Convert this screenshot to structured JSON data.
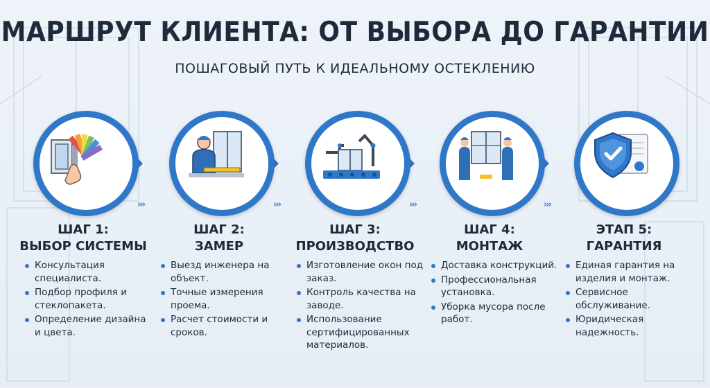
{
  "header": {
    "title": "МАРШРУТ КЛИЕНТА: ОТ ВЫБОРА ДО ГАРАНТИИ",
    "subtitle": "ПОШАГОВЫЙ ПУТЬ К ИДЕАЛЬНОМУ ОСТЕКЛЕНИЮ"
  },
  "colors": {
    "accent": "#2f77c9",
    "text": "#1e2a3a",
    "background": "#eef3f9"
  },
  "steps": [
    {
      "title_line1": "ШАГ 1:",
      "title_line2": "ВЫБОР СИСТЕМЫ",
      "icon": "window-profile-palette-icon",
      "bullets": [
        "Консультация специалиста.",
        "Подбор профиля и стеклопакета.",
        "Определение дизайна и цвета."
      ]
    },
    {
      "title_line1": "ШАГ 2:",
      "title_line2": "ЗАМЕР",
      "icon": "measuring-engineer-icon",
      "bullets": [
        "Выезд инженера на объект.",
        "Точные измерения проема.",
        "Расчет стоимости и сроков."
      ]
    },
    {
      "title_line1": "ШАГ 3:",
      "title_line2": "ПРОИЗВОДСТВО",
      "icon": "factory-robot-icon",
      "bullets": [
        "Изготовление окон под заказ.",
        "Контроль качества на заводе.",
        "Использование сертифицированных материалов."
      ]
    },
    {
      "title_line1": "ШАГ 4:",
      "title_line2": "МОНТАЖ",
      "icon": "installers-window-icon",
      "bullets": [
        "Доставка конструкций.",
        "Профессиональная установка.",
        "Уборка мусора после работ."
      ]
    },
    {
      "title_line1": "ЭТАП 5:",
      "title_line2": "ГАРАНТИЯ",
      "icon": "shield-certificate-icon",
      "bullets": [
        "Единая гарантия на изделия и монтаж.",
        "Сервисное обслуживание.",
        "Юридическая надежность."
      ]
    }
  ]
}
